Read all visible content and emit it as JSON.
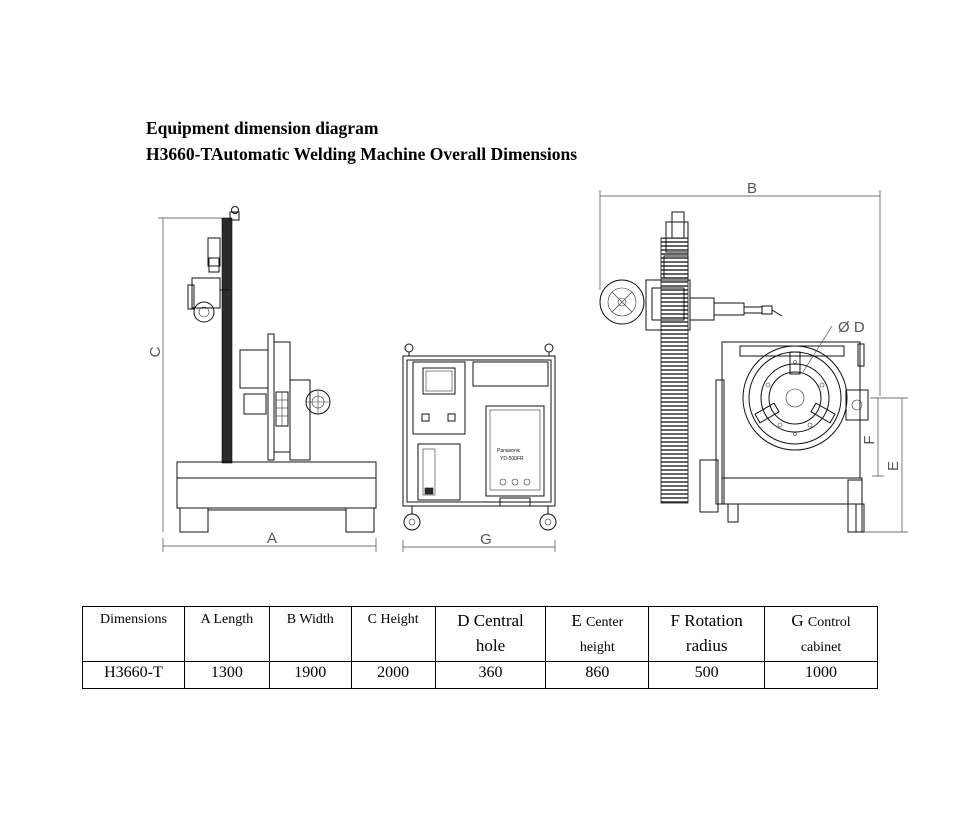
{
  "titles": {
    "line1": "Equipment dimension diagram",
    "line2": "H3660-TAutomatic Welding Machine Overall Dimensions"
  },
  "dimension_letters": {
    "a": "A",
    "b": "B",
    "c": "C",
    "d": "Ø D",
    "e": "E",
    "f": "F",
    "g": "G"
  },
  "panel_brand": "Panasonic",
  "panel_model": "YD-500FR",
  "table": {
    "headers": [
      {
        "letter": "",
        "text": "Dimensions"
      },
      {
        "letter": "A",
        "text": "Length"
      },
      {
        "letter": "B",
        "text": "Width"
      },
      {
        "letter": "C",
        "text": "Height"
      },
      {
        "letter": "D",
        "text": "Central",
        "text2": "hole"
      },
      {
        "letter": "E",
        "text": "Center",
        "text2": "height"
      },
      {
        "letter": "F",
        "text": "Rotation",
        "text2": "radius"
      },
      {
        "letter": "G",
        "text": "Control",
        "text2": "cabinet"
      }
    ],
    "rows": [
      [
        "H3660-T",
        "1300",
        "1900",
        "2000",
        "360",
        "860",
        "500",
        "1000"
      ]
    ]
  }
}
